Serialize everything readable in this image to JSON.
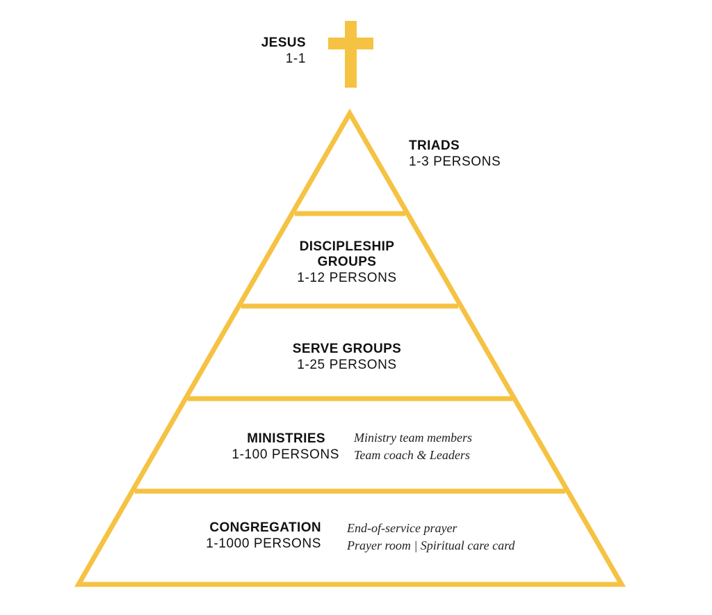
{
  "colors": {
    "accent": "#F5C242",
    "text": "#111111"
  },
  "top": {
    "title": "JESUS",
    "count": "1-1",
    "icon": "cross-icon"
  },
  "tiers": [
    {
      "title": "TRIADS",
      "count": "1-3 PERSONS"
    },
    {
      "title_line1": "DISCIPLESHIP",
      "title_line2": "GROUPS",
      "count": "1-12 PERSONS"
    },
    {
      "title": "SERVE GROUPS",
      "count": "1-25 PERSONS"
    },
    {
      "title": "MINISTRIES",
      "count": "1-100 PERSONS",
      "notes": [
        "Ministry team members",
        "Team coach & Leaders"
      ]
    },
    {
      "title": "CONGREGATION",
      "count": "1-1000 PERSONS",
      "notes": [
        "End-of-service prayer",
        "Prayer room | Spiritual care card"
      ]
    }
  ]
}
